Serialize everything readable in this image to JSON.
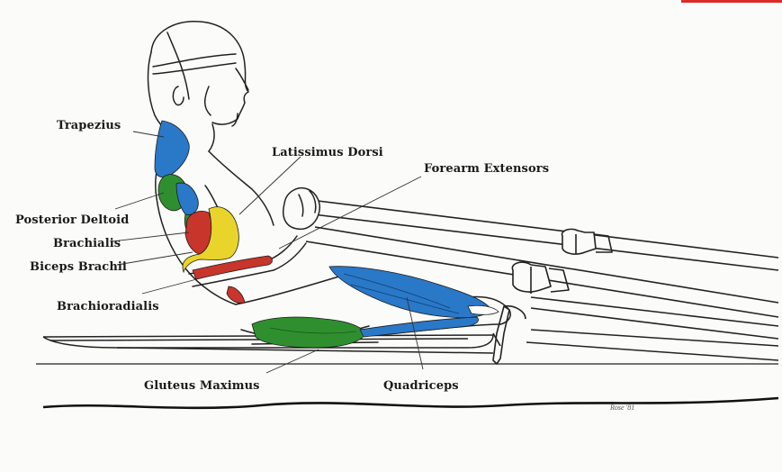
{
  "labels": {
    "trapezius": "Trapezius",
    "latissimus_dorsi": "Latissimus Dorsi",
    "forearm_extensors": "Forearm Extensors",
    "posterior_deltoid": "Posterior Deltoid",
    "brachialis": "Brachialis",
    "biceps_brachii": "Biceps Brachii",
    "brachioradialis": "Brachioradialis",
    "gluteus_maximus": "Gluteus Maximus",
    "quadriceps": "Quadriceps"
  },
  "artist_signature": "Rose '81",
  "colors": {
    "trapezius": "#2a78c8",
    "latissimus_dorsi": "#2a78c8",
    "posterior_deltoid": "#2f8f2f",
    "brachialis": "#e8d42a",
    "biceps_brachii": "#c8352a",
    "brachioradialis": "#c8352a",
    "gluteus_maximus": "#2f8f2f",
    "quadriceps": "#2a78c8",
    "corner_accent": "#d92b2b"
  }
}
